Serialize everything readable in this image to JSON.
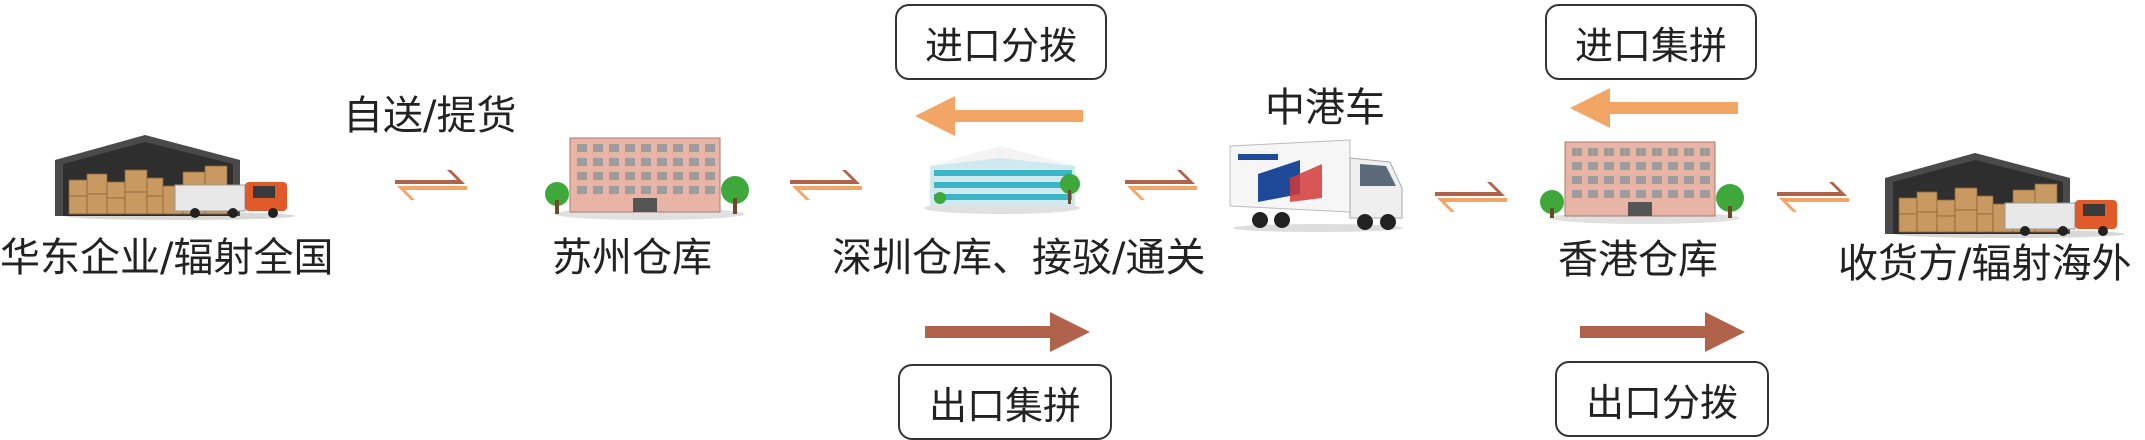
{
  "nodes": [
    {
      "label": "华东企业/辐射全国",
      "icon": "warehouse-truck-icon"
    },
    {
      "label": "苏州仓库",
      "icon": "warehouse-building-icon"
    },
    {
      "label": "深圳仓库、接驳/通关",
      "icon": "logistics-center-icon"
    },
    {
      "label": "中港车",
      "icon": "cross-border-truck-icon"
    },
    {
      "label": "香港仓库",
      "icon": "warehouse-building-icon"
    },
    {
      "label": "收货方/辐射海外",
      "icon": "warehouse-truck-icon"
    }
  ],
  "edge_label": "自送/提货",
  "import_boxes": [
    "进口分拨",
    "进口集拼"
  ],
  "export_boxes": [
    "出口集拼",
    "出口分拨"
  ],
  "colors": {
    "import_arrow": "#f2a565",
    "export_arrow": "#b0634a",
    "text": "#222222",
    "box_border": "#333333"
  }
}
